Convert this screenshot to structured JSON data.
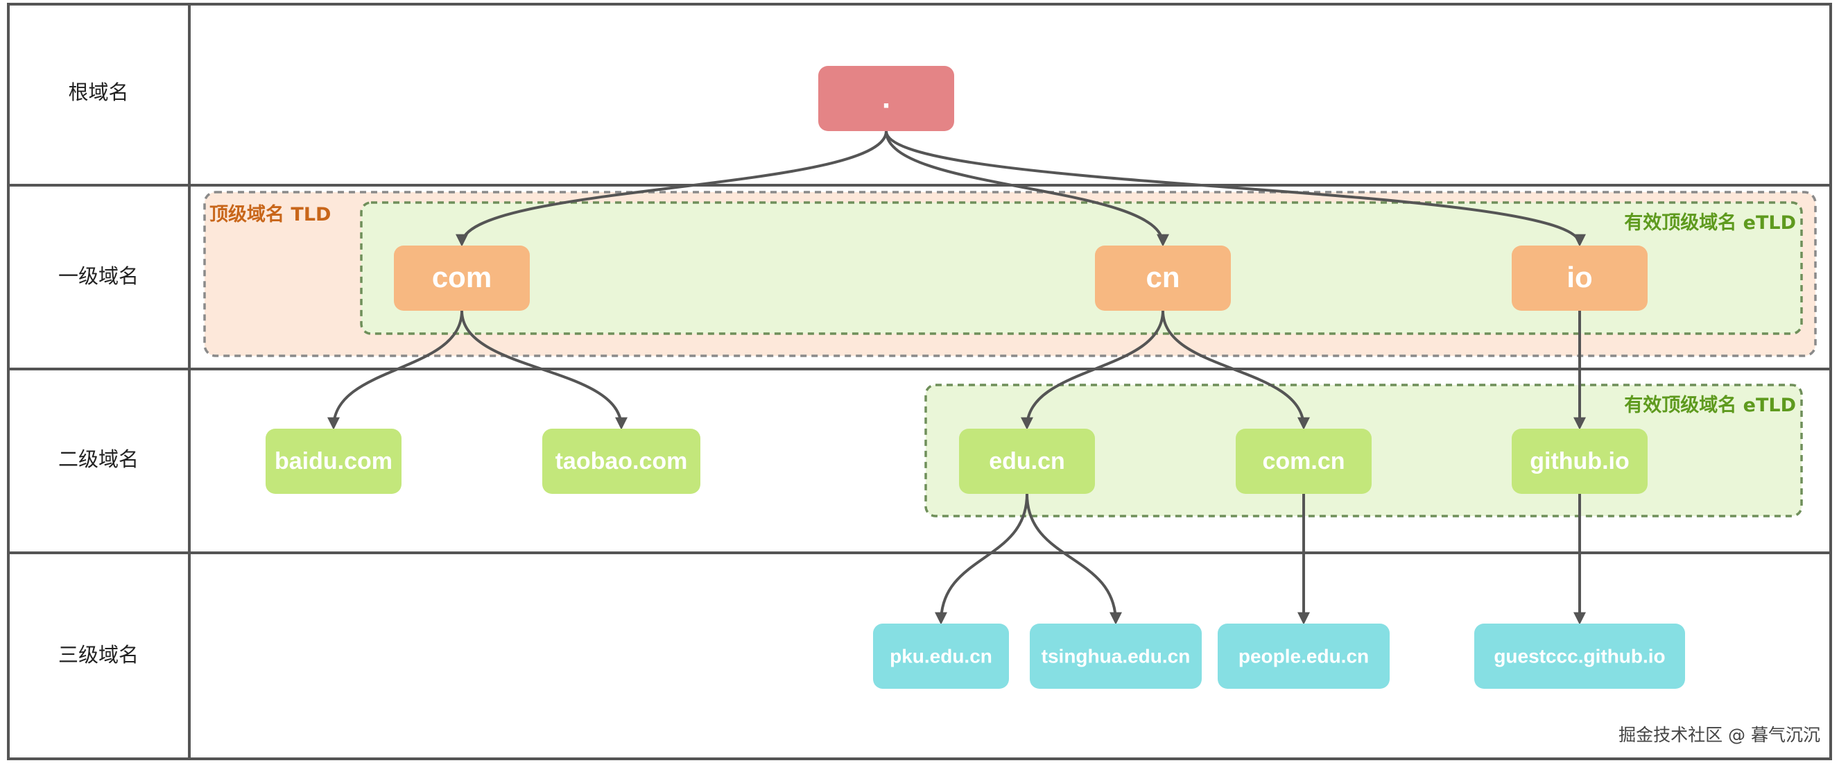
{
  "rows": [
    {
      "key": "root",
      "label": "根域名"
    },
    {
      "key": "level1",
      "label": "一级域名"
    },
    {
      "key": "level2",
      "label": "二级域名"
    },
    {
      "key": "level3",
      "label": "三级域名"
    }
  ],
  "groups": {
    "tld": {
      "label": "顶级域名 TLD",
      "color": "#c8661a",
      "fill": "#fde8da"
    },
    "etld_top": {
      "label": "有效顶级域名 eTLD",
      "color": "#5e9a1e",
      "fill": "#eaf6d8"
    },
    "etld_second": {
      "label": "有效顶级域名 eTLD",
      "color": "#5e9a1e",
      "fill": "#eaf6d8"
    }
  },
  "nodes": {
    "root": {
      "label": ".",
      "color": "#e48486"
    },
    "com": {
      "label": "com",
      "color": "#f7b881"
    },
    "cn": {
      "label": "cn",
      "color": "#f7b881"
    },
    "io": {
      "label": "io",
      "color": "#f7b881"
    },
    "baidu": {
      "label": "baidu.com",
      "color": "#c3e77b"
    },
    "taobao": {
      "label": "taobao.com",
      "color": "#c3e77b"
    },
    "educn": {
      "label": "edu.cn",
      "color": "#c3e77b"
    },
    "comcn": {
      "label": "com.cn",
      "color": "#c3e77b"
    },
    "githubio": {
      "label": "github.io",
      "color": "#c3e77b"
    },
    "pku": {
      "label": "pku.edu.cn",
      "color": "#86dfe3"
    },
    "tsinghua": {
      "label": "tsinghua.edu.cn",
      "color": "#86dfe3"
    },
    "people": {
      "label": "people.edu.cn",
      "color": "#86dfe3"
    },
    "guestccc": {
      "label": "guestccc.github.io",
      "color": "#86dfe3"
    }
  },
  "edges": [
    [
      "root",
      "com"
    ],
    [
      "root",
      "cn"
    ],
    [
      "root",
      "io"
    ],
    [
      "com",
      "baidu"
    ],
    [
      "com",
      "taobao"
    ],
    [
      "cn",
      "educn"
    ],
    [
      "cn",
      "comcn"
    ],
    [
      "io",
      "githubio"
    ],
    [
      "educn",
      "pku"
    ],
    [
      "educn",
      "tsinghua"
    ],
    [
      "comcn",
      "people"
    ],
    [
      "githubio",
      "guestccc"
    ]
  ],
  "watermark": "掘金技术社区 @ 暮气沉沉"
}
